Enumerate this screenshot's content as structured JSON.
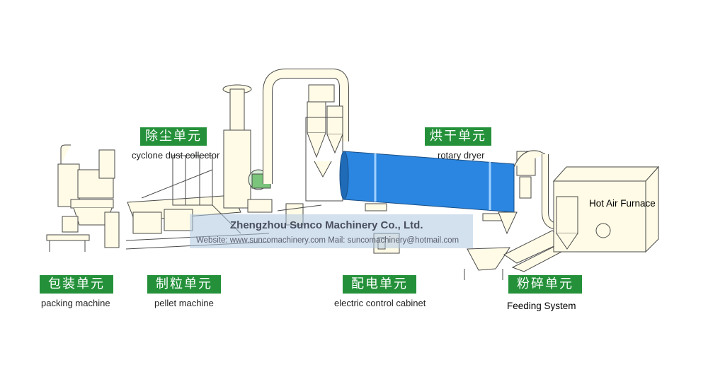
{
  "units": [
    {
      "id": "dust",
      "badge": "除尘单元",
      "caption": "cyclone dust collector"
    },
    {
      "id": "dryer",
      "badge": "烘干单元",
      "caption": "rotary dryer"
    },
    {
      "id": "packing",
      "badge": "包装单元",
      "caption": "packing machine"
    },
    {
      "id": "pellet",
      "badge": "制粒单元",
      "caption": "pellet machine"
    },
    {
      "id": "electric",
      "badge": "配电单元",
      "caption": "electric control cabinet"
    },
    {
      "id": "crushing",
      "badge": "粉碎单元",
      "caption": "Feeding System"
    }
  ],
  "furnace_label": "Hot Air Furnace",
  "watermark": {
    "title": "Zhengzhou Sunco Machinery Co., Ltd.",
    "contact": "Website: www.suncomachinery.com Mail: suncomachinery@hotmail.com"
  },
  "colors": {
    "badge": "#24913a",
    "dryer_drum": "#2a86e0",
    "line": "#4a4a4a",
    "fill": "#fffbe6"
  }
}
